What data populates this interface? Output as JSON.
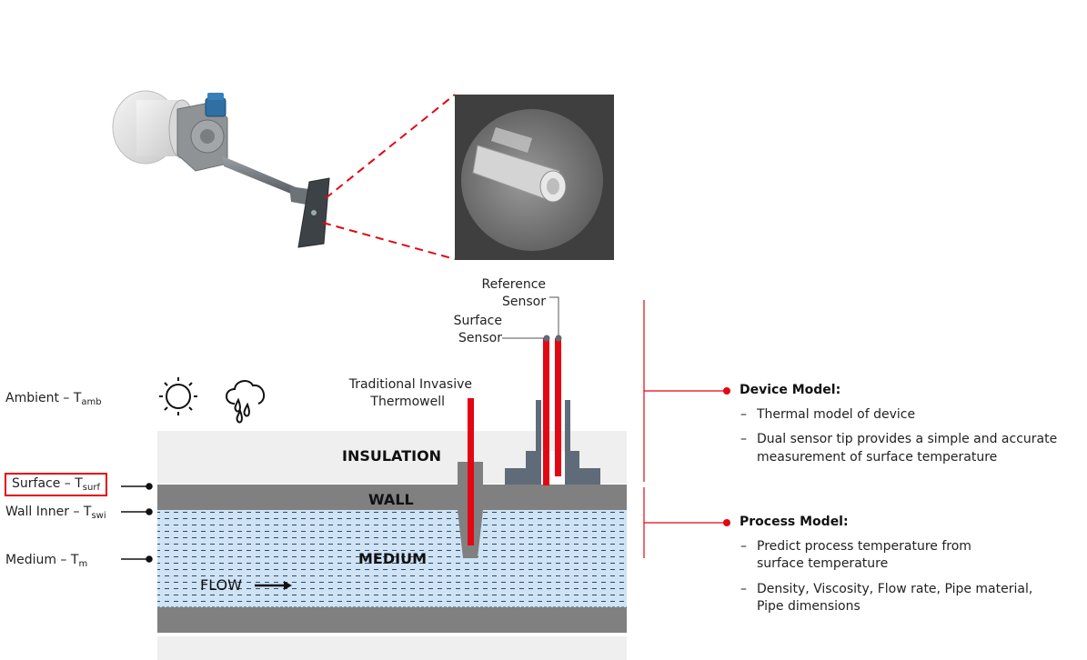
{
  "labels": {
    "ambient": "Ambient – T",
    "ambient_sub": "amb",
    "surface": "Surface – T",
    "surface_sub": "surf",
    "wall_inner": "Wall Inner – T",
    "wall_inner_sub": "swi",
    "medium": "Medium – T",
    "medium_sub": "m"
  },
  "layers": {
    "insulation": "INSULATION",
    "wall": "WALL",
    "medium": "MEDIUM",
    "flow": "FLOW"
  },
  "sensors": {
    "thermowell_line1": "Traditional Invasive",
    "thermowell_line2": "Thermowell",
    "reference_line1": "Reference",
    "reference_line2": "Sensor",
    "surface_line1": "Surface",
    "surface_line2": "Sensor"
  },
  "device_model": {
    "heading": "Device Model:",
    "bullets": [
      [
        "Thermal  model of device"
      ],
      [
        "Dual sensor tip provides a simple  and accurate",
        "measurement  of surface temperature"
      ]
    ]
  },
  "process_model": {
    "heading": "Process Model:",
    "bullets": [
      [
        "Predict process temperature from",
        "surface temperature"
      ],
      [
        "Density, Viscosity, Flow rate, Pipe material,",
        "Pipe dimensions"
      ]
    ]
  },
  "icons": [
    "sun-icon",
    "rain-cloud-icon",
    "device-photo",
    "sensor-tip-zoom"
  ],
  "colors": {
    "accent": "#e30613",
    "insulation": "#efefef",
    "wall": "#808080",
    "medium": "#cfe3f5",
    "thermowell": "#808080",
    "sensor_housing": "#5f6b78"
  }
}
